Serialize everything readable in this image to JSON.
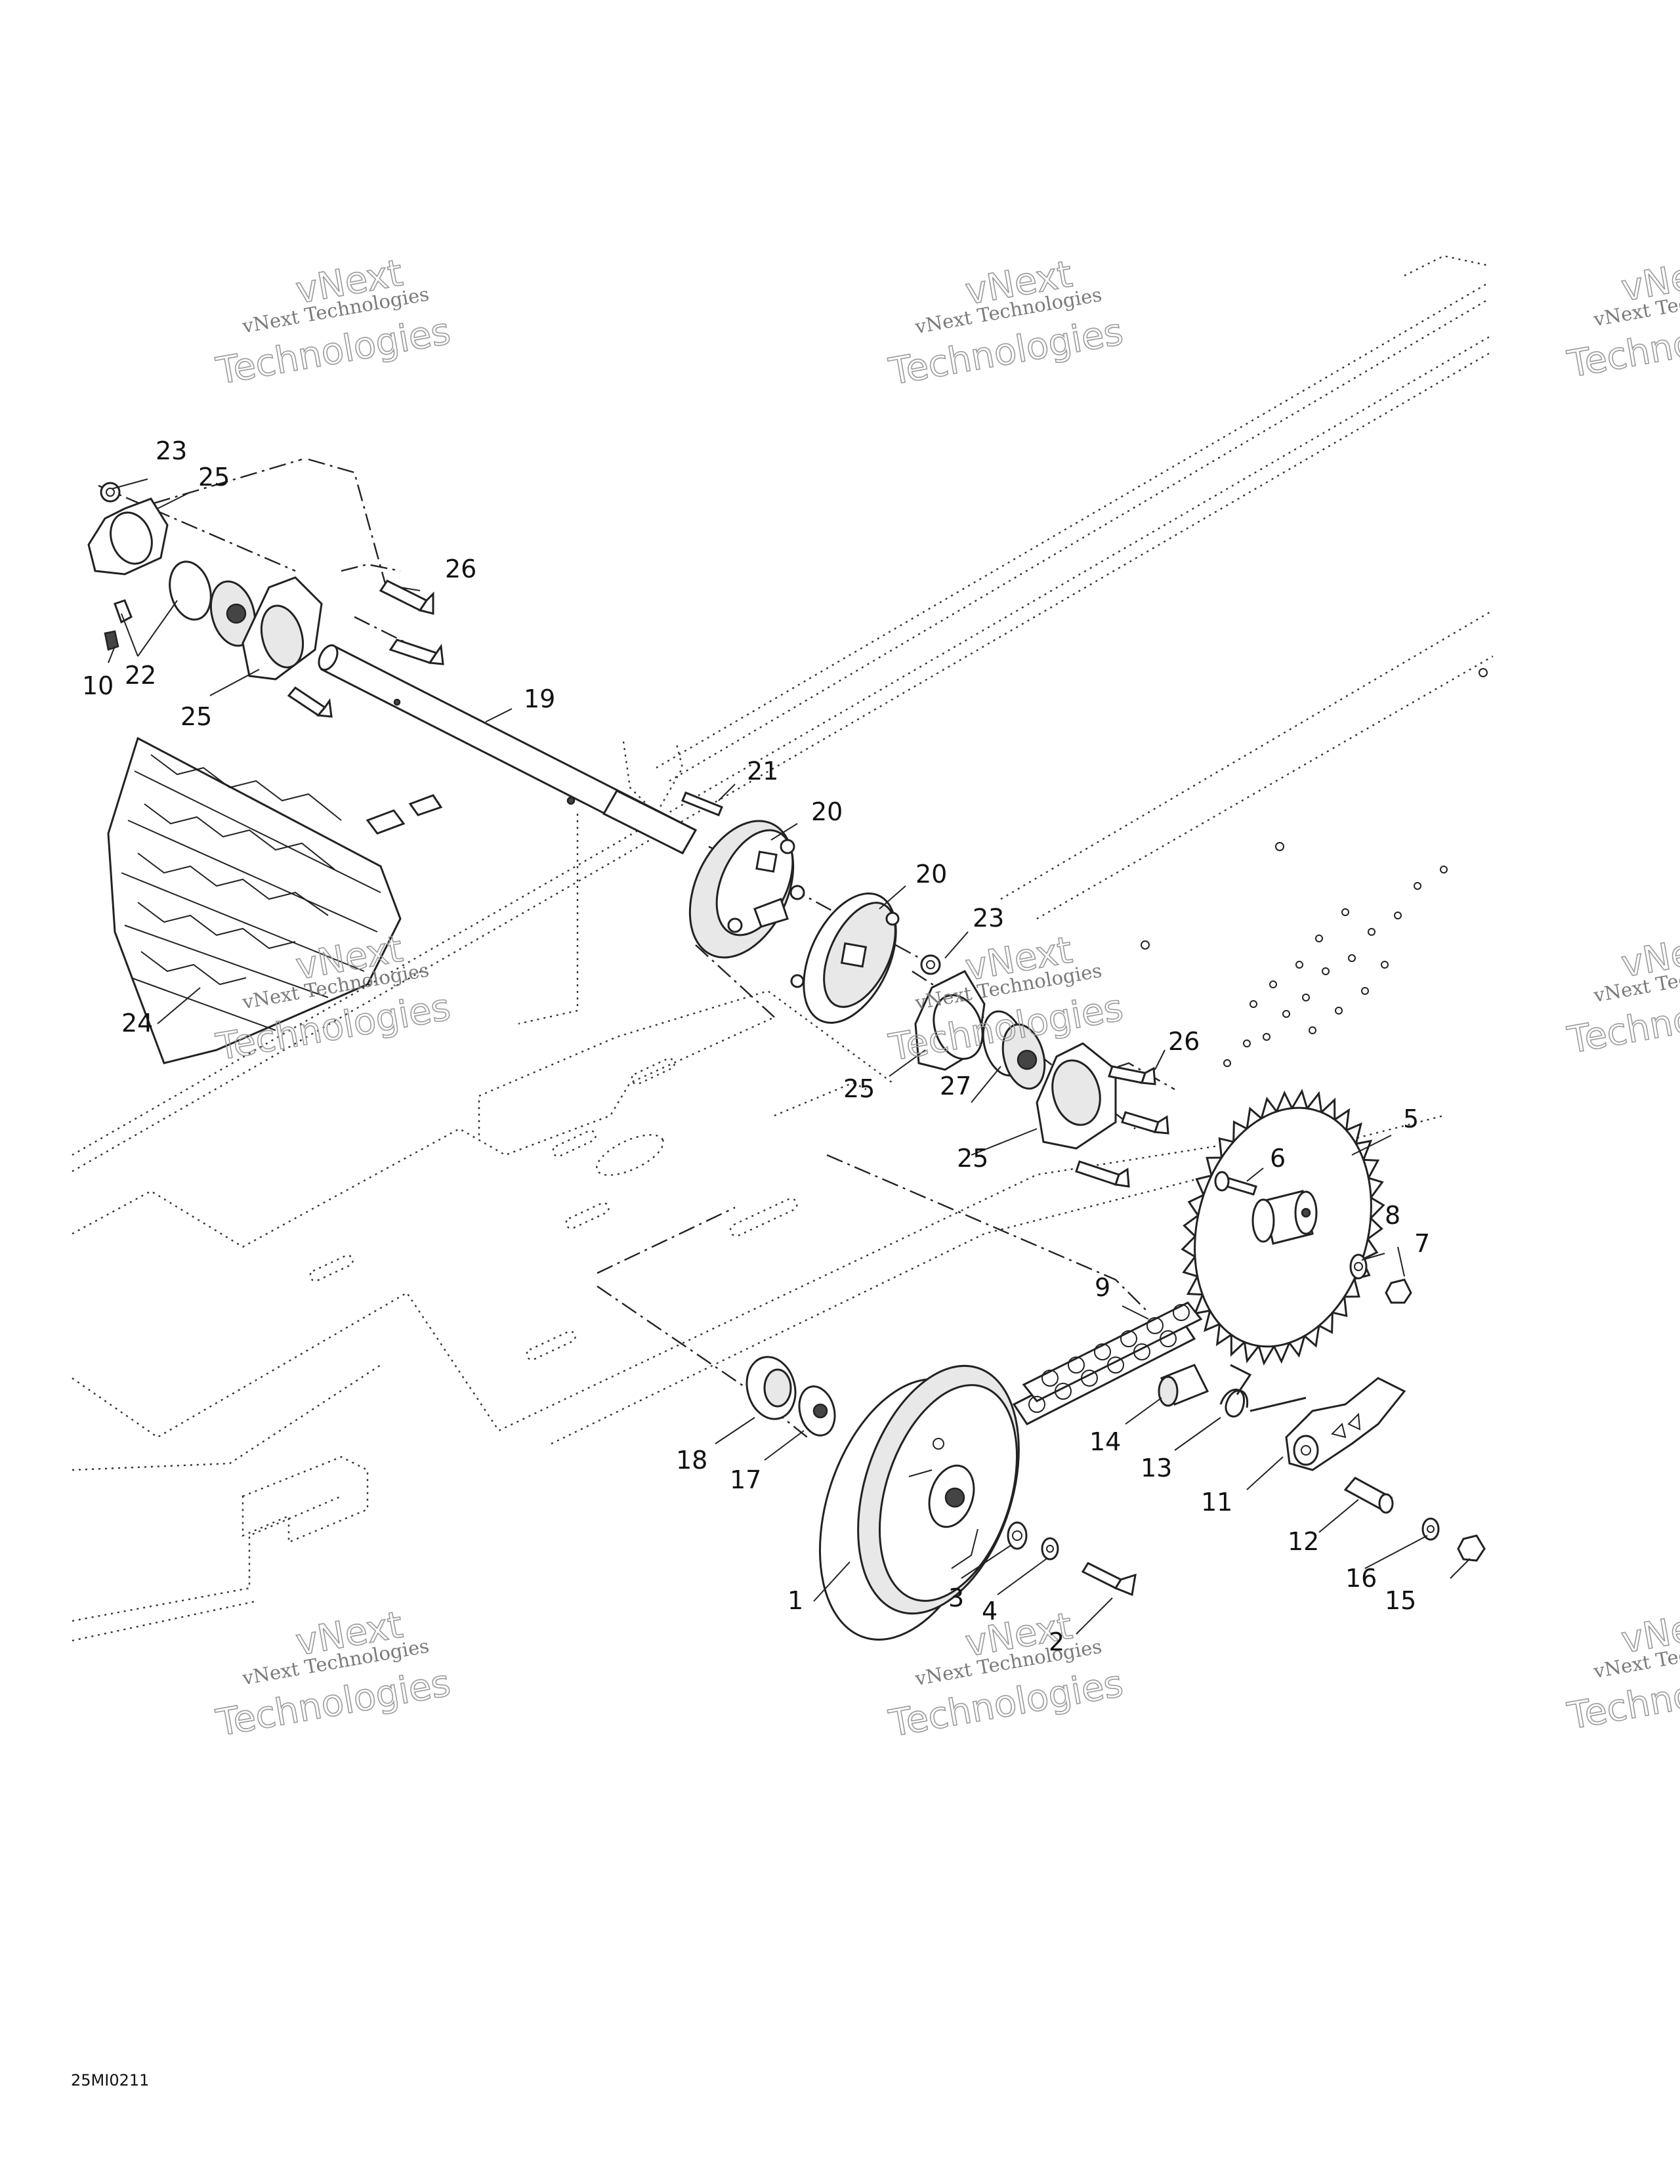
{
  "diagram": {
    "drawing_code": "25MI0211",
    "watermark": {
      "line1": "vNext",
      "line2": "vNext Technologies",
      "line3": "Technologies"
    },
    "callouts": {
      "c1": "1",
      "c2": "2",
      "c3": "3",
      "c4": "4",
      "c5": "5",
      "c6": "6",
      "c7": "7",
      "c8": "8",
      "c9": "9",
      "c10": "10",
      "c11": "11",
      "c12": "12",
      "c13": "13",
      "c14": "14",
      "c15": "15",
      "c16": "16",
      "c17": "17",
      "c18": "18",
      "c19": "19",
      "c20a": "20",
      "c20b": "20",
      "c21": "21",
      "c22": "22",
      "c23a": "23",
      "c23b": "23",
      "c24": "24",
      "c25a": "25",
      "c25b": "25",
      "c25c": "25",
      "c25d": "25",
      "c26a": "26",
      "c26b": "26",
      "c27": "27"
    }
  }
}
